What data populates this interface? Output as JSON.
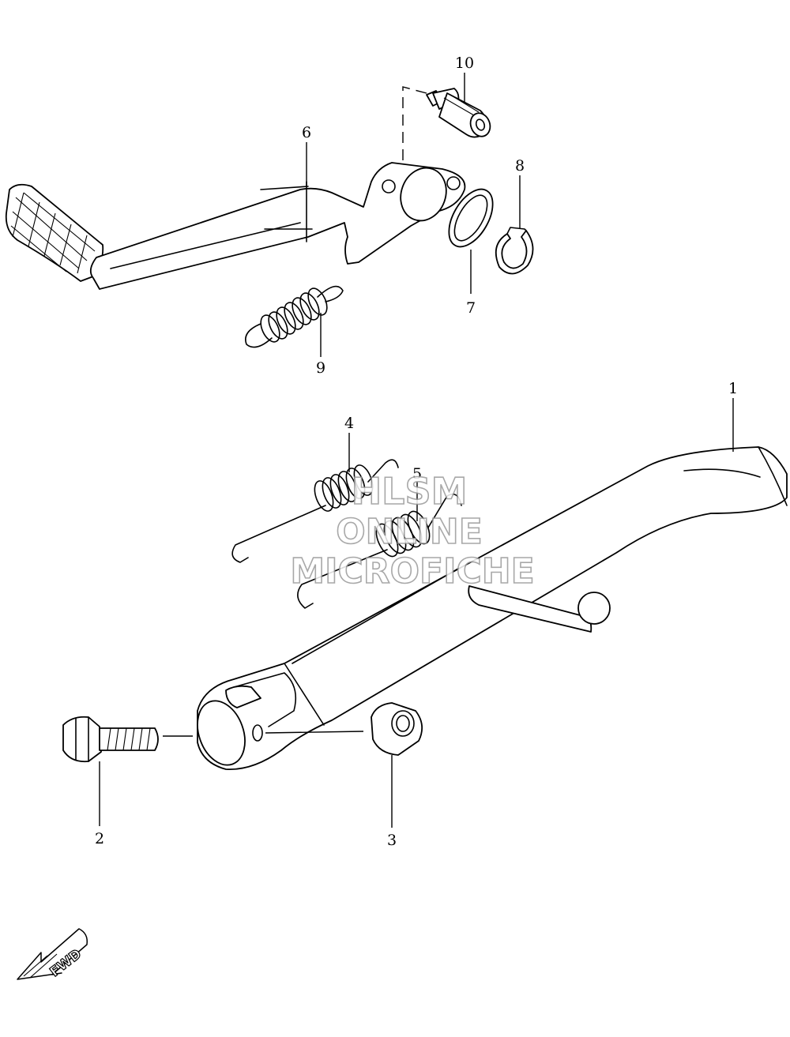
{
  "callouts": {
    "p1": "1",
    "p2": "2",
    "p3": "3",
    "p4": "4",
    "p5": "5",
    "p6": "6",
    "p7": "7",
    "p8": "8",
    "p9": "9",
    "p10": "10"
  },
  "watermark": {
    "line1": "HLSM",
    "line2": "ONLINE",
    "line3": "MICROFICHE"
  },
  "fwd_label": "FWD",
  "colors": {
    "line": "#000000",
    "background": "#ffffff",
    "watermark_outline": "#9a9a9a"
  }
}
